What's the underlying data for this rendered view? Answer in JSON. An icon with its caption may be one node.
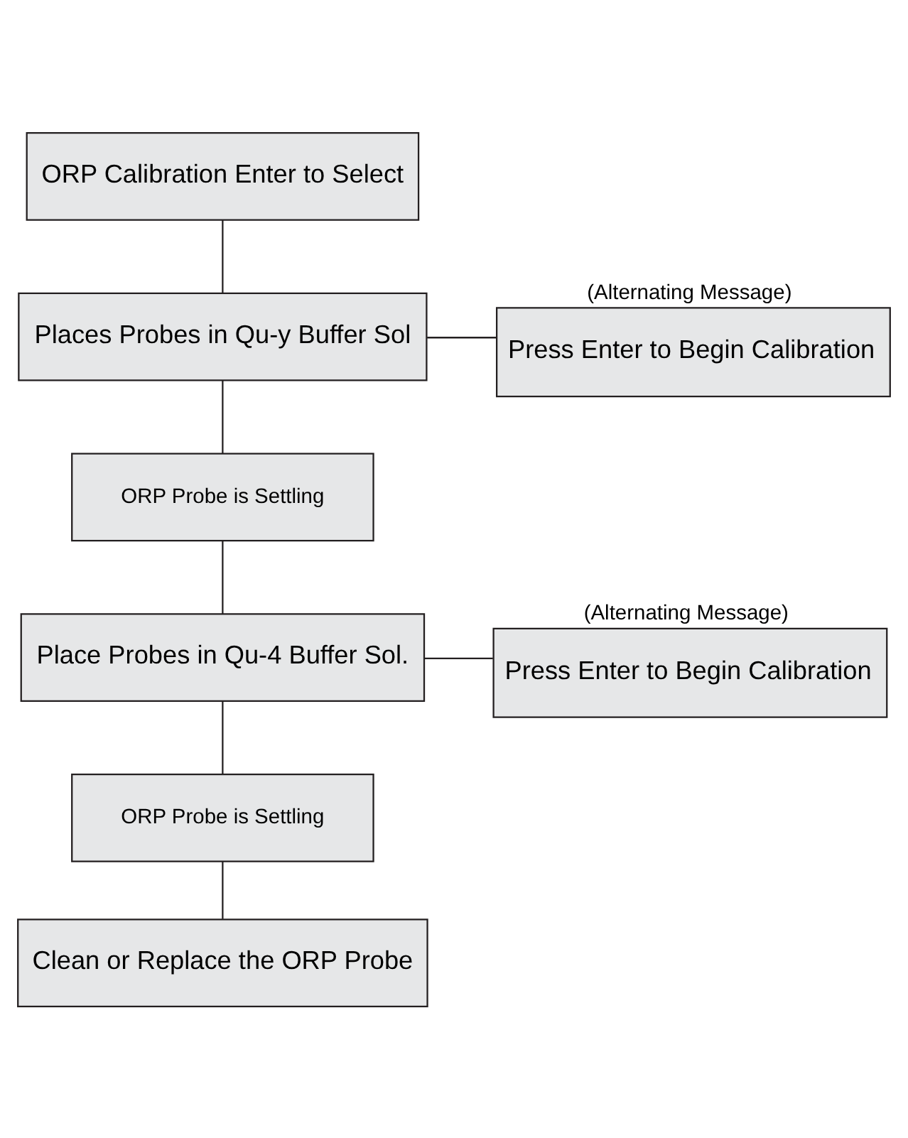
{
  "diagram": {
    "nodes": [
      {
        "text": [
          "ORP Calibration Enter to Select"
        ]
      },
      {
        "text": [
          "Places Probes in Qu-y Buffer Sol"
        ]
      },
      {
        "text": [
          "Press Enter to Begin Calibration"
        ],
        "beside": [
          "(Alternating Message)"
        ]
      },
      {
        "text": [
          "ORP Probe is Settling"
        ]
      },
      {
        "text": [
          "Place Probes in Qu-4 Buffer Sol."
        ]
      },
      {
        "text": [
          "Press Enter to Begin Calibration"
        ],
        "beside": [
          "(Alternating Message)"
        ]
      },
      {
        "text": [
          "ORP Probe is Settling"
        ]
      },
      {
        "text": [
          "Clean or Replace the ORP Probe"
        ]
      }
    ],
    "edges": [
      {
        "from": 0,
        "to": 1,
        "arrow": "none"
      },
      {
        "from": 1,
        "to": 2,
        "arrow": "none"
      },
      {
        "from": 1,
        "to": 3,
        "arrow": "none"
      },
      {
        "from": 3,
        "to": 4,
        "arrow": "none"
      },
      {
        "from": 4,
        "to": 5,
        "arrow": "none"
      },
      {
        "from": 4,
        "to": 6,
        "arrow": "none"
      },
      {
        "from": 6,
        "to": 7,
        "arrow": "none"
      }
    ]
  }
}
